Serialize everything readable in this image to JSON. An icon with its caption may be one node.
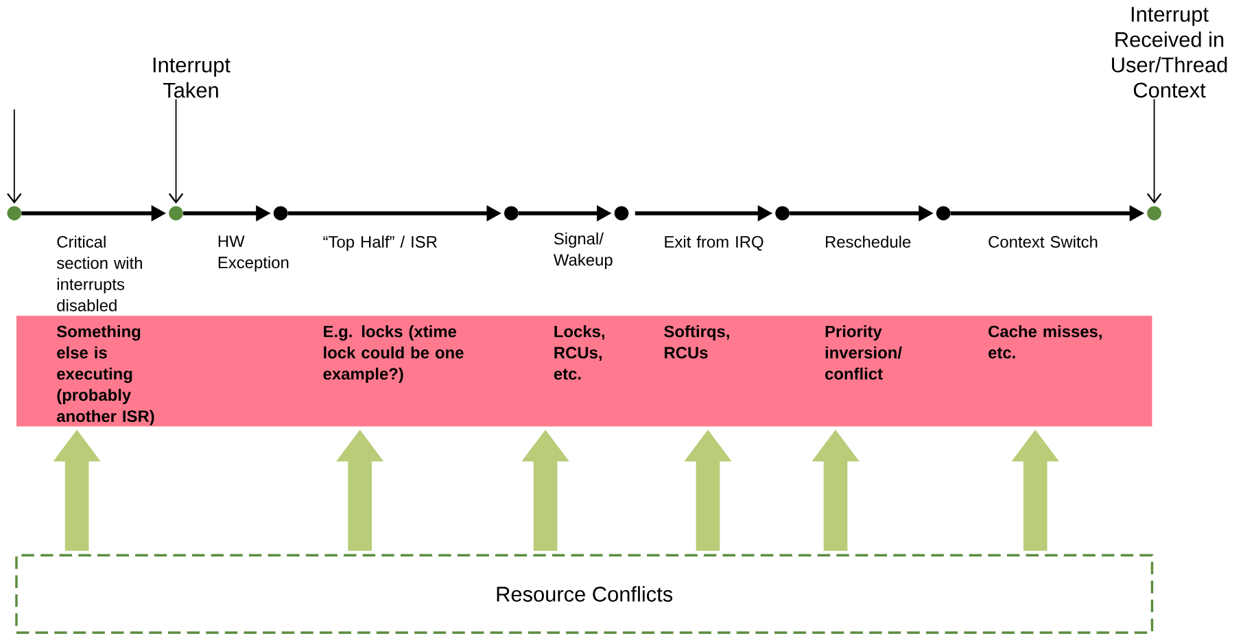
{
  "diagram": {
    "nodes": [
      {
        "text": [],
        "shape": "circle"
      },
      {
        "text": [],
        "shape": "circle"
      },
      {
        "text": [],
        "shape": "circle"
      },
      {
        "text": [],
        "shape": "circle"
      },
      {
        "text": [],
        "shape": "circle"
      },
      {
        "text": [],
        "shape": "circle"
      },
      {
        "text": [],
        "shape": "circle"
      },
      {
        "text": [],
        "shape": "circle"
      },
      {
        "text": [
          "Interrupt Taken"
        ]
      },
      {
        "text": [
          "Interrupt Received in User/Thread Context"
        ]
      },
      {
        "text": [
          "Something else is executing (probably another ISR)",
          "E.g. locks (xtime lock could be one example?)",
          "Locks, RCUs, etc.",
          "Softirqs, RCUs",
          "Priority inversion/ conflict",
          "Cache misses, etc."
        ]
      },
      {
        "text": [
          "Resource Conflicts"
        ]
      }
    ],
    "edges": [
      {
        "from": 0,
        "to": 1,
        "arrow": "to"
      },
      {
        "from": 1,
        "to": 2,
        "arrow": "to"
      },
      {
        "from": 2,
        "to": 3,
        "arrow": "to"
      },
      {
        "from": 3,
        "to": 4,
        "arrow": "to"
      },
      {
        "from": 4,
        "to": 5,
        "arrow": "to"
      },
      {
        "from": 5,
        "to": 6,
        "arrow": "to"
      },
      {
        "from": 6,
        "to": 7,
        "arrow": "to"
      },
      {
        "from": null,
        "to": 0,
        "arrow": "to"
      },
      {
        "from": 8,
        "to": 1,
        "arrow": "to"
      },
      {
        "from": 9,
        "to": 7,
        "arrow": "to"
      },
      {
        "from": 11,
        "to": 10,
        "arrow": "to",
        "style": "thick",
        "color": "#b9cc78"
      },
      {
        "from": 11,
        "to": 10,
        "arrow": "to",
        "style": "thick",
        "color": "#b9cc78"
      },
      {
        "from": 11,
        "to": 10,
        "arrow": "to",
        "style": "thick",
        "color": "#b9cc78"
      },
      {
        "from": 11,
        "to": 10,
        "arrow": "to",
        "style": "thick",
        "color": "#b9cc78"
      },
      {
        "from": 11,
        "to": 10,
        "arrow": "to",
        "style": "thick",
        "color": "#b9cc78"
      },
      {
        "from": 11,
        "to": 10,
        "arrow": "to",
        "style": "thick",
        "color": "#b9cc78"
      }
    ],
    "labels": [
      "Critical section with interrupts disabled",
      "HW Exception",
      "“Top Half” / ISR",
      "Signal/ Wakeup",
      "Exit from IRQ",
      "Reschedule",
      "Context Switch"
    ]
  }
}
